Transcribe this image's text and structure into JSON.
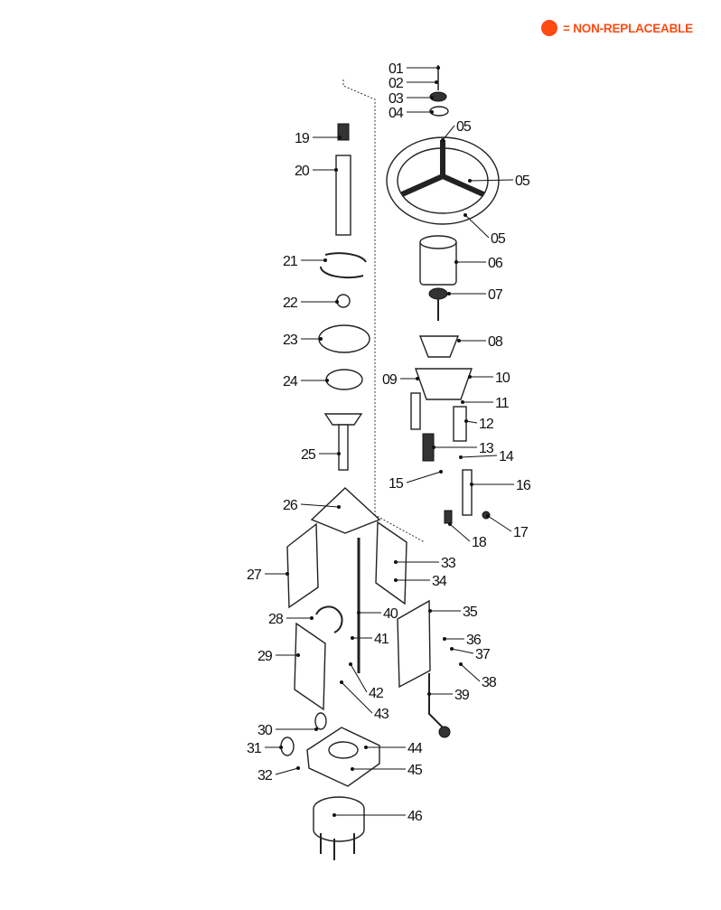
{
  "legend": {
    "label": "= NON-REPLACEABLE",
    "color": "#ff4a12",
    "icon": "red-dot-icon"
  },
  "parts": [
    "01",
    "02",
    "03",
    "04",
    "05",
    "05",
    "05",
    "06",
    "07",
    "08",
    "09",
    "10",
    "11",
    "12",
    "13",
    "14",
    "15",
    "16",
    "17",
    "18",
    "19",
    "20",
    "21",
    "22",
    "23",
    "24",
    "25",
    "26",
    "27",
    "28",
    "29",
    "30",
    "31",
    "32",
    "33",
    "34",
    "35",
    "36",
    "37",
    "38",
    "39",
    "40",
    "41",
    "42",
    "43",
    "44",
    "45",
    "46"
  ]
}
